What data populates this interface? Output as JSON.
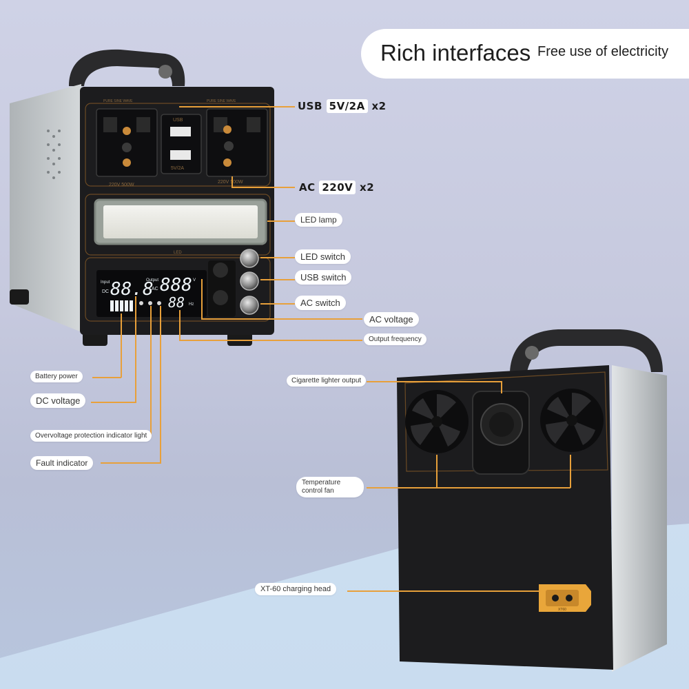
{
  "header": {
    "title": "Rich interfaces",
    "subtitle": "Free use of electricity"
  },
  "front_labels": {
    "usb": {
      "name": "USB",
      "spec": "5V/2A",
      "qty": "x2"
    },
    "ac": {
      "name": "AC",
      "spec": "220V",
      "qty": "x2"
    },
    "led_lamp": "LED lamp",
    "led_switch": "LED switch",
    "usb_switch": "USB switch",
    "ac_switch": "AC switch",
    "ac_voltage": "AC voltage",
    "output_frequency": "Output frequency",
    "battery_power": "Battery power",
    "dc_voltage": "DC voltage",
    "overvoltage": "Overvoltage protection indicator light",
    "fault": "Fault indicator"
  },
  "back_labels": {
    "cigarette": "Cigarette lighter output",
    "fan_line1": "Temperature",
    "fan_line2": "control fan",
    "xt60": "XT-60 charging head"
  },
  "panel": {
    "input_label": "Input",
    "dc_label": "DC",
    "dc_digits": "88.8",
    "output_label": "Output",
    "ac_label": "AC",
    "ac_digits": "888",
    "hz_digits": "88",
    "hz_label": "Hz",
    "v_unit": "V",
    "socket_top_left": "PURE SINE WAVE",
    "socket_top_right": "PURE SINE WAVE",
    "usb_label": "USB",
    "usb_rating": "5V/2A",
    "socket_rating_left": "220V 500W",
    "socket_rating_right": "220V 500W",
    "led_caption": "LED",
    "xt60_text": "XT60"
  },
  "colors": {
    "leader": "#e8a03a",
    "case": "#1c1c1e",
    "accent": "#c98a3a"
  }
}
